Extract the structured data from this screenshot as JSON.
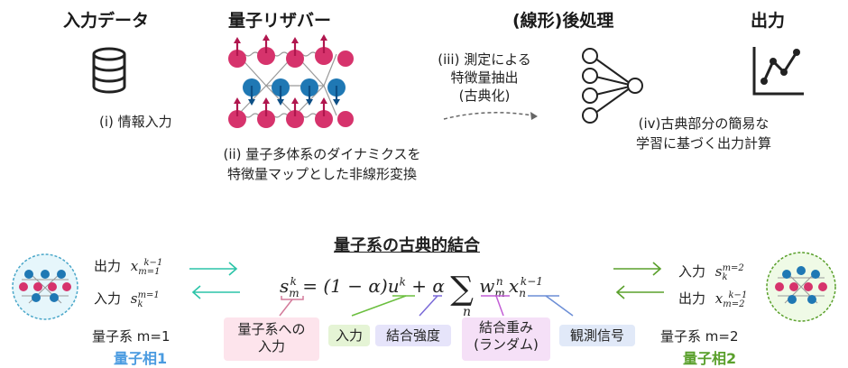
{
  "headers": {
    "input": "入力データ",
    "reservoir": "量子リザバー",
    "postprocess": "(線形)後処理",
    "output": "出力"
  },
  "steps": {
    "i": "(i) 情報入力",
    "ii_line1": "(ii) 量子多体系のダイナミクスを",
    "ii_line2": "特徴量マップとした非線形変換",
    "iii_line1": "(iii) 測定による",
    "iii_line2": "特徴量抽出",
    "iii_line3": "(古典化)",
    "iv_line1": "(iv)古典部分の簡易な",
    "iv_line2": "学習に基づく出力計算"
  },
  "coupling": {
    "title": "量子系の古典的結合",
    "left_out_label": "出力",
    "left_in_label": "入力",
    "right_in_label": "入力",
    "right_out_label": "出力",
    "system1_label": "量子系 m=1",
    "system1_phase": "量子相1",
    "system2_label": "量子系 m=2",
    "system2_phase": "量子相2"
  },
  "labels": {
    "input_to_system_l1": "量子系への",
    "input_to_system_l2": "入力",
    "input": "入力",
    "coupling_strength": "結合強度",
    "coupling_weight_l1": "結合重み",
    "coupling_weight_l2": "(ランダム)",
    "observed_signal": "観測信号"
  },
  "colors": {
    "spin_red": "#d6336c",
    "spin_blue": "#1f78b4",
    "phase1": "#4a9be0",
    "phase2": "#5aa02c",
    "arrow_cyan": "#2bc4a8",
    "arrow_green": "#5aa02c"
  }
}
